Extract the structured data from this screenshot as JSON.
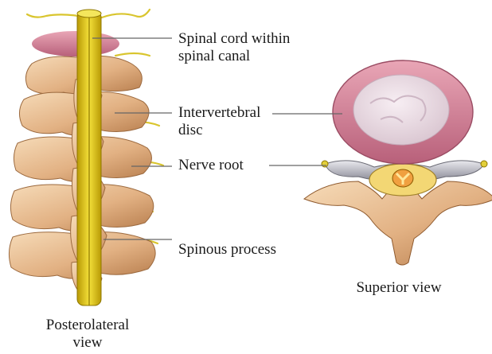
{
  "labels": {
    "spinal_cord_line1": "Spinal cord within",
    "spinal_cord_line2": "spinal canal",
    "intervertebral_line1": "Intervertebral",
    "intervertebral_line2": "disc",
    "nerve_root": "Nerve root",
    "spinous_process": "Spinous process"
  },
  "captions": {
    "superior": "Superior view",
    "posterolateral_line1": "Posterolateral",
    "posterolateral_line2": "view"
  },
  "colors": {
    "bone": "#e7b98a",
    "bone_dark": "#b97a4a",
    "disc": "#d9869a",
    "disc_core": "#eadfe6",
    "cord": "#e8cf1c",
    "nerve": "#e2cf3a",
    "leader": "#666666"
  }
}
